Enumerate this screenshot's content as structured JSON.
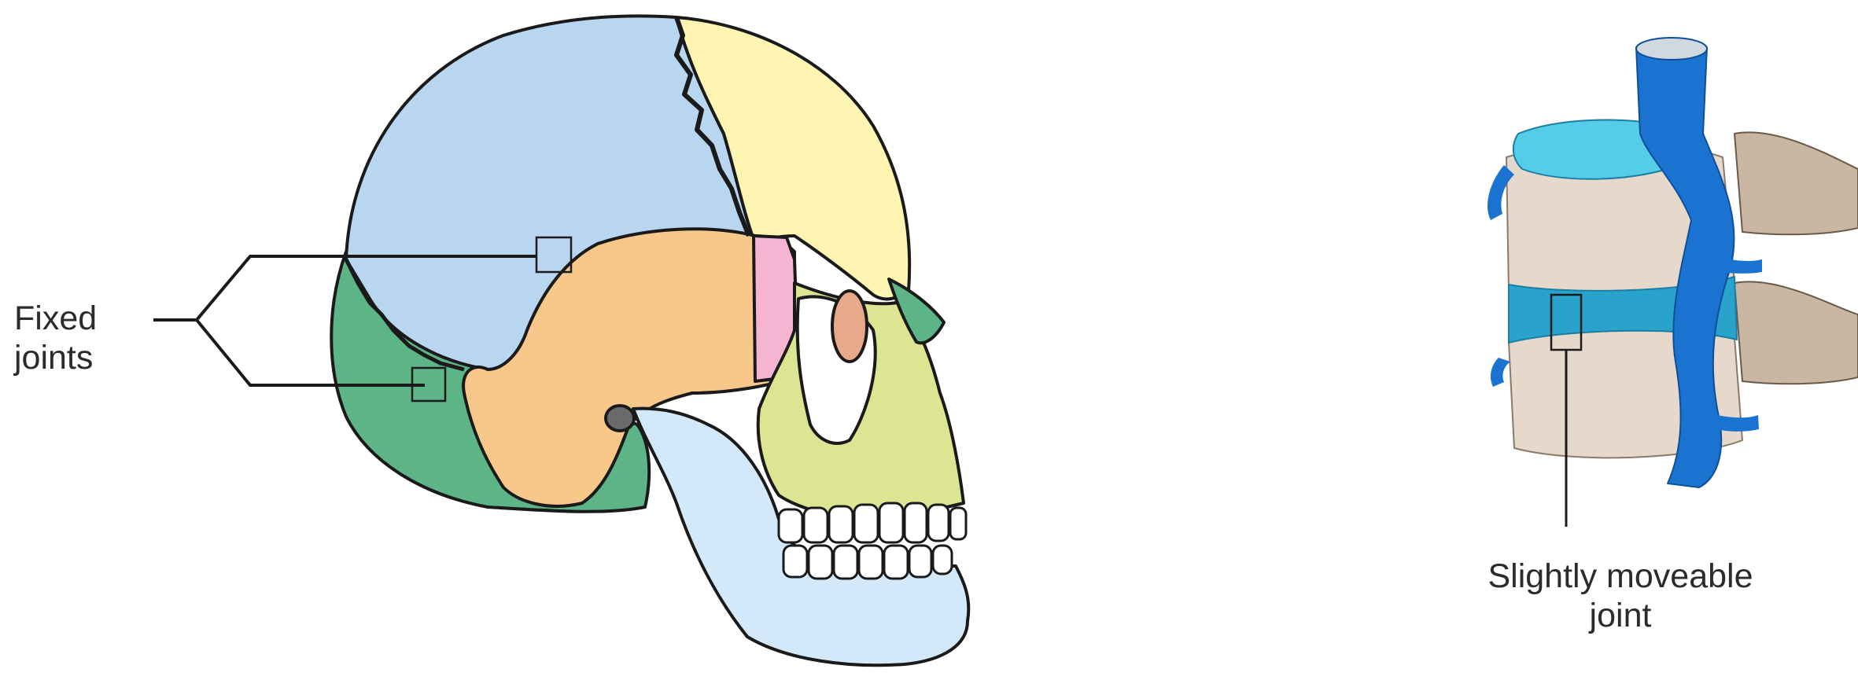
{
  "labels": {
    "fixed_line1": "Fixed",
    "fixed_line2": "joints",
    "slight_line1": "Slightly moveable",
    "slight_line2": "joint"
  },
  "colors": {
    "parietal": "#b8d6f0",
    "frontal": "#fff5b3",
    "temporal": "#f8c88a",
    "occipital": "#5db587",
    "sphenoid": "#f4b4d2",
    "facial": "#dde592",
    "mandible": "#d3e9fa",
    "vertebra": "#e6d9cc",
    "disc": "#2aa3cc",
    "vessel": "#1a73d0",
    "outline": "#1a1a1a"
  }
}
